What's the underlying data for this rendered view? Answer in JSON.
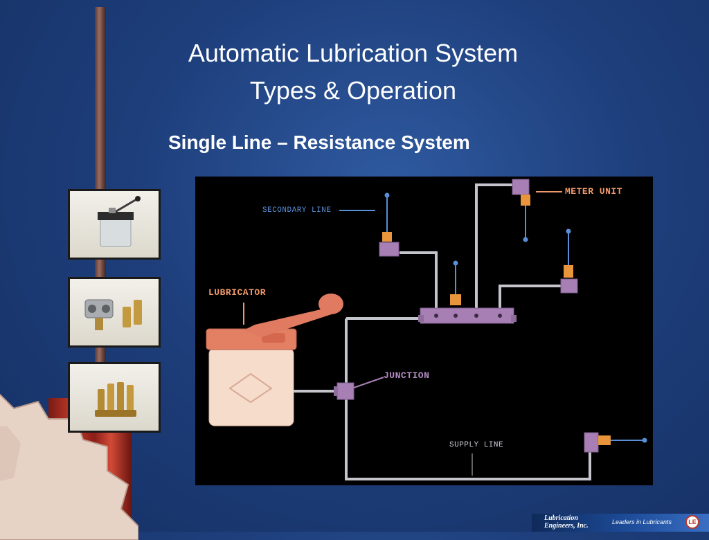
{
  "title": {
    "line1": "Automatic Lubrication System",
    "line2": "Types & Operation"
  },
  "subtitle": "Single Line – Resistance System",
  "diagram": {
    "labels": {
      "meter_unit": "METER UNIT",
      "secondary_line": "SECONDARY LINE",
      "lubricator": "LUBRICATOR",
      "junction": "JUNCTION",
      "supply_line": "SUPPLY LINE"
    }
  },
  "thumbnails": [
    {
      "icon": "lubricator-pump-photo"
    },
    {
      "icon": "junction-block-photo"
    },
    {
      "icon": "meter-units-photo"
    }
  ],
  "footer": {
    "brand_line1": "Lubrication",
    "brand_line2": "Engineers, Inc.",
    "tagline": "Leaders in Lubricants",
    "logo_text": "LE"
  },
  "colors": {
    "background": "#1e3f7c",
    "diagram_bg": "#000000",
    "pipe": "#c4c4cc",
    "fitting": "#a77fb5",
    "meter": "#e8953c",
    "label_orange": "#f19a6a",
    "label_blue": "#5a8fd8"
  }
}
